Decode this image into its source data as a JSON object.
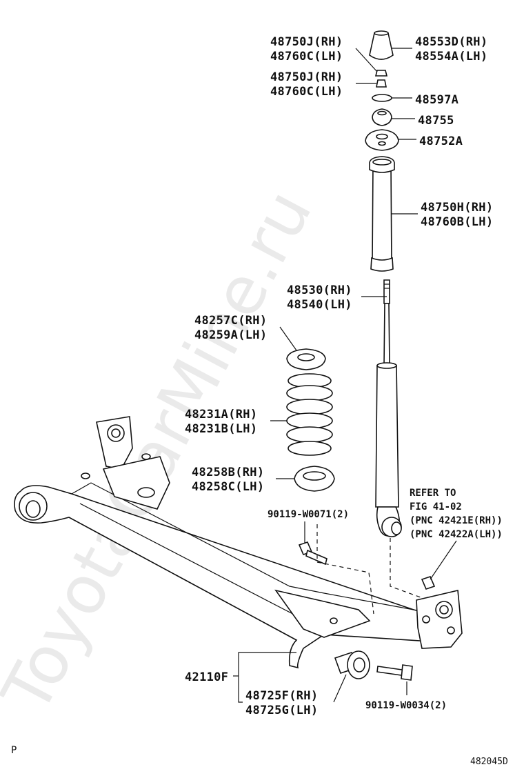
{
  "watermark": "ToyotaCarMine.ru",
  "corner_mark": "P",
  "figure_number": "482045D",
  "labels": {
    "nut_upper_rh": "48750J(RH)",
    "nut_upper_lh": "48760C(LH)",
    "bumper_rh": "48553D(RH)",
    "bumper_lh": "48554A(LH)",
    "nut_lower_rh": "48750J(RH)",
    "nut_lower_lh": "48760C(LH)",
    "washer": "48597A",
    "cushion": "48755",
    "support": "48752A",
    "dust_cover_rh": "48750H(RH)",
    "dust_cover_lh": "48760B(LH)",
    "absorber_rh": "48530(RH)",
    "absorber_lh": "48540(LH)",
    "upper_insulator_rh": "48257C(RH)",
    "upper_insulator_lh": "48259A(LH)",
    "spring_rh": "48231A(RH)",
    "spring_lh": "48231B(LH)",
    "lower_insulator_rh": "48258B(RH)",
    "lower_insulator_lh": "48258C(LH)",
    "bolt_upper": "90119-W0071(2)",
    "refer_1": "REFER TO",
    "refer_2": "FIG 41-02",
    "refer_3": "(PNC 42421E(RH))",
    "refer_4": "(PNC 42422A(LH))",
    "beam": "42110F",
    "bushing_rh": "48725F(RH)",
    "bushing_lh": "48725G(LH)",
    "bolt_lower": "90119-W0034(2)"
  }
}
